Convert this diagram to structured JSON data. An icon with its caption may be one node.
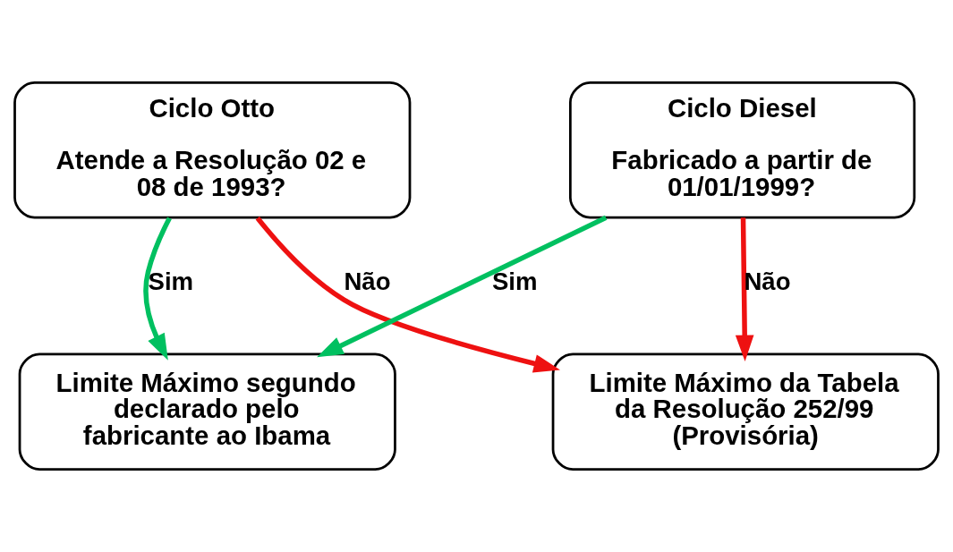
{
  "diagram": {
    "nodes": [
      {
        "text": [
          "Ciclo Otto",
          "Atende a Resolução 02 e 08 de 1993?"
        ]
      },
      {
        "text": [
          "Ciclo Diesel",
          "Fabricado a partir de 01/01/1999?"
        ]
      },
      {
        "text": [
          "Limite Máximo segundo declarado pelo fabricante ao Ibama"
        ]
      },
      {
        "text": [
          "Limite Máximo da Tabela da Resolução 252/99 (Provisória)"
        ]
      }
    ],
    "edges": [
      {
        "from": 0,
        "to": 2,
        "arrow": "to",
        "label": "Sim",
        "color": "#00c060"
      },
      {
        "from": 1,
        "to": 2,
        "arrow": "to",
        "label": "Sim",
        "color": "#00c060"
      },
      {
        "from": 0,
        "to": 3,
        "arrow": "to",
        "label": "Não",
        "color": "#ee1111"
      },
      {
        "from": 1,
        "to": 3,
        "arrow": "to",
        "label": "Não",
        "color": "#ee1111"
      }
    ]
  }
}
